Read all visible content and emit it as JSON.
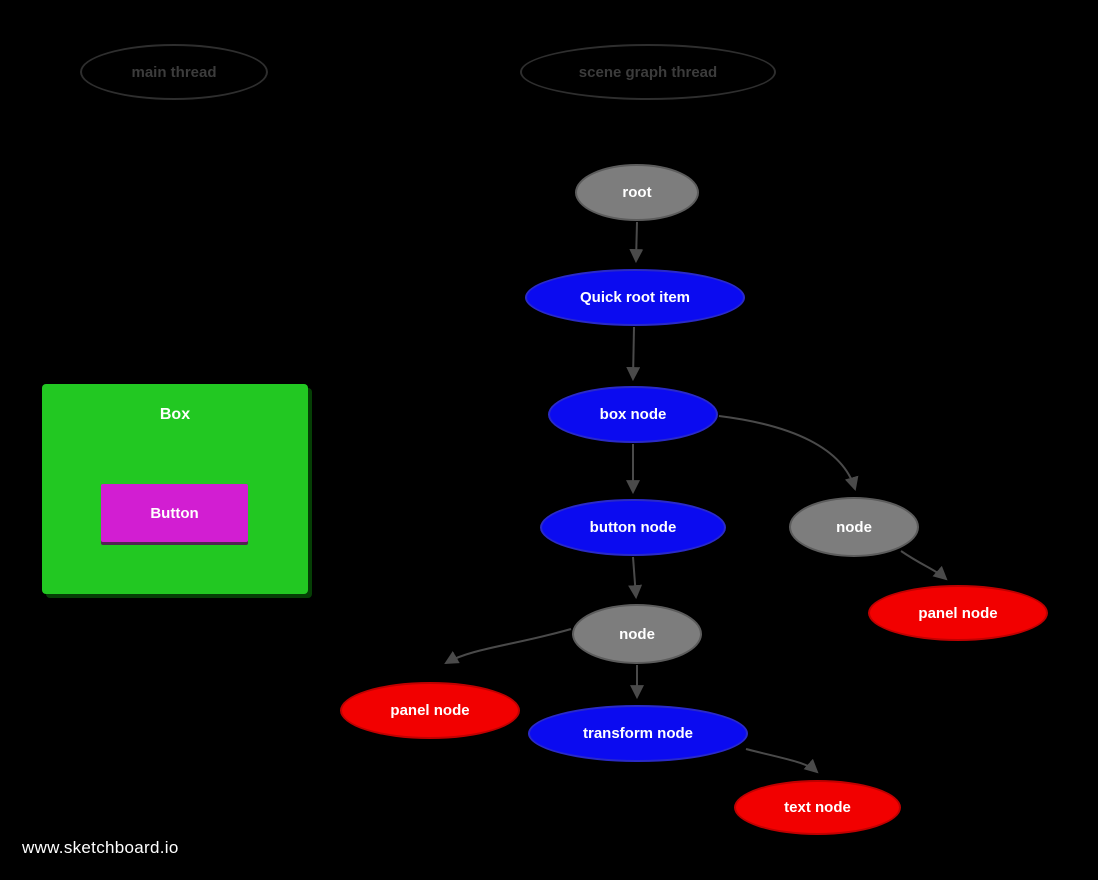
{
  "watermark": "www.sketchboard.io",
  "threads": {
    "main": {
      "label": "main thread"
    },
    "scene_graph": {
      "label": "scene graph thread"
    }
  },
  "mock_ui": {
    "box": {
      "label": "Box"
    },
    "button": {
      "label": "Button"
    }
  },
  "graph": {
    "root": {
      "label": "root",
      "fill": "#7d7d7d"
    },
    "quick_root_item": {
      "label": "Quick root item",
      "fill": "#0b0bf0"
    },
    "box_node": {
      "label": "box node",
      "fill": "#0b0bf0"
    },
    "button_node": {
      "label": "button node",
      "fill": "#0b0bf0"
    },
    "branch_node_right": {
      "label": "node",
      "fill": "#7d7d7d"
    },
    "panel_node_right": {
      "label": "panel node",
      "fill": "#f20000"
    },
    "group_node": {
      "label": "node",
      "fill": "#7d7d7d"
    },
    "panel_node_left": {
      "label": "panel node",
      "fill": "#f20000"
    },
    "transform_node": {
      "label": "transform node",
      "fill": "#0b0bf0"
    },
    "text_node": {
      "label": "text node",
      "fill": "#f20000"
    }
  },
  "colors": {
    "background": "#000000",
    "node_blue": "#0b0bf0",
    "node_gray": "#7d7d7d",
    "node_red": "#f20000",
    "box_green": "#22c822",
    "button_magenta": "#d21ed2",
    "connector": "#4a4a4a",
    "thread_outline": "#2e2e2e",
    "thread_text": "#3c3c3c",
    "label_text": "#ffffff"
  }
}
